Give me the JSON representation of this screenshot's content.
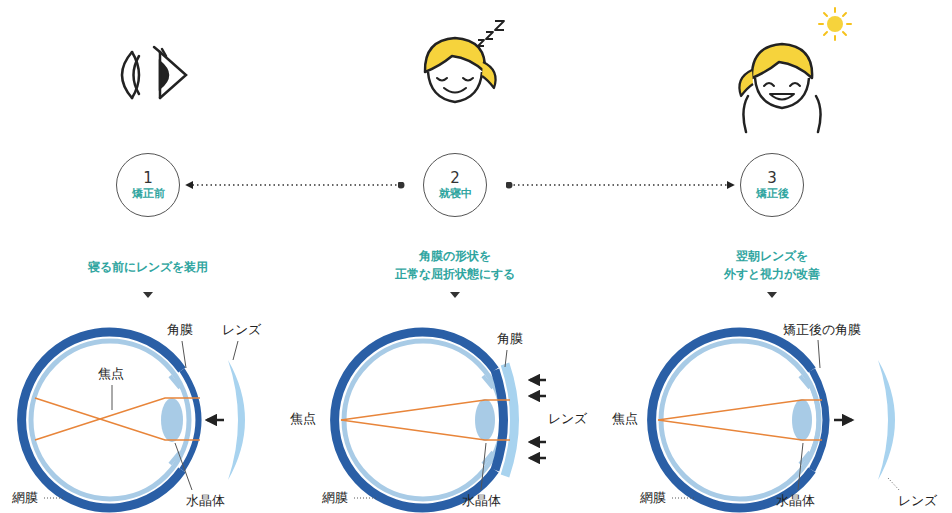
{
  "diagram": {
    "nodes": [
      {
        "text": [
          "1",
          "矯正前"
        ]
      },
      {
        "text": [
          "2",
          "就寝中"
        ]
      },
      {
        "text": [
          "3",
          "矯正後"
        ]
      }
    ],
    "edges": [
      {
        "from": 1,
        "to": 0,
        "arrow": "to"
      },
      {
        "from": 1,
        "to": 2,
        "arrow": "to"
      }
    ],
    "labels": [
      "寝る前にレンズを装用",
      "角膜の形状を 正常な屈折状態にする",
      "翌朝レンズを 外すと視力が改善",
      "角膜",
      "レンズ",
      "焦点",
      "網膜",
      "水晶体",
      "角膜",
      "焦点",
      "レンズ",
      "網膜",
      "水晶体",
      "矯正後の角膜",
      "焦点",
      "網膜",
      "水晶体",
      "レンズ"
    ]
  }
}
